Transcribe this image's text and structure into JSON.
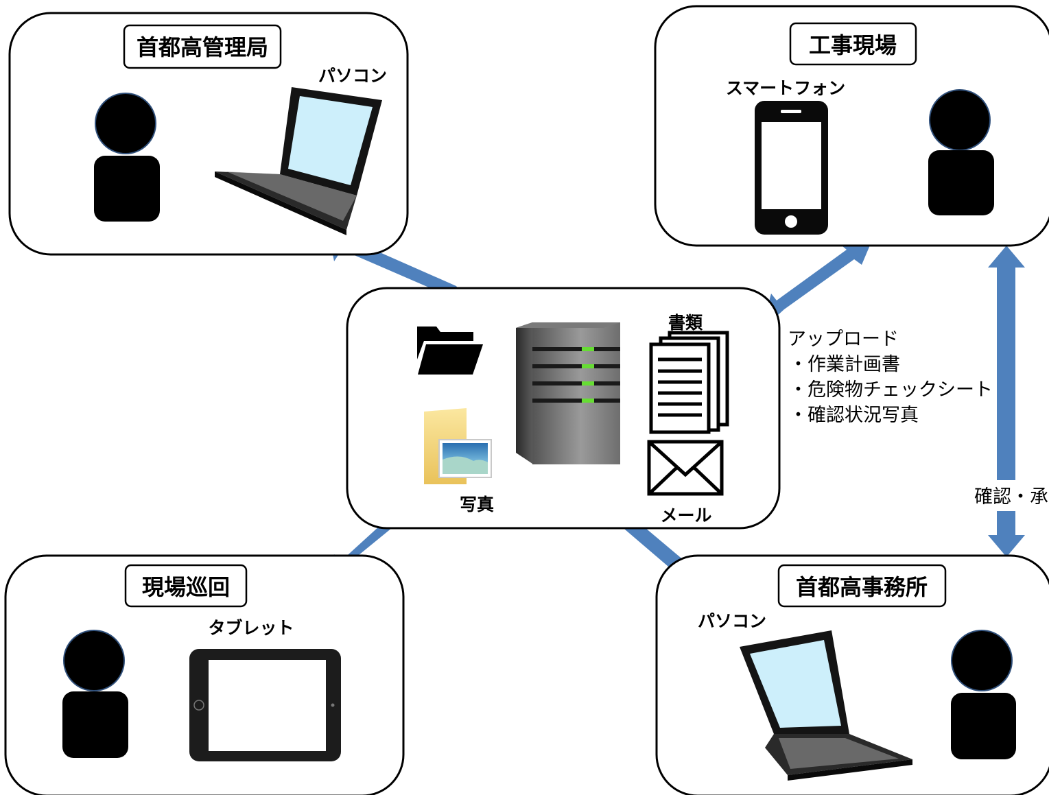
{
  "colors": {
    "arrow": "#4f81bd",
    "screen": "#cdeffb",
    "led": "#66dd33"
  },
  "nodes": {
    "admin_bureau": {
      "title": "首都高管理局",
      "device": "パソコン",
      "device_icon": "laptop-icon"
    },
    "construction_site": {
      "title": "工事現場",
      "device": "スマートフォン",
      "device_icon": "smartphone-icon"
    },
    "site_patrol": {
      "title": "現場巡回",
      "device": "タブレット",
      "device_icon": "tablet-icon"
    },
    "office": {
      "title": "首都高事務所",
      "device": "パソコン",
      "device_icon": "laptop-icon"
    }
  },
  "server": {
    "icons": [
      "folder-icon",
      "server-icon",
      "documents-icon",
      "photo-folder-icon",
      "mail-icon"
    ],
    "documents_label": "書類",
    "photo_label": "写真",
    "mail_label": "メール"
  },
  "upload_note": {
    "heading": "アップロード",
    "items": [
      "・作業計画書",
      "・危険物チェックシート",
      "・確認状況写真"
    ]
  },
  "approval_label": "確認・承"
}
